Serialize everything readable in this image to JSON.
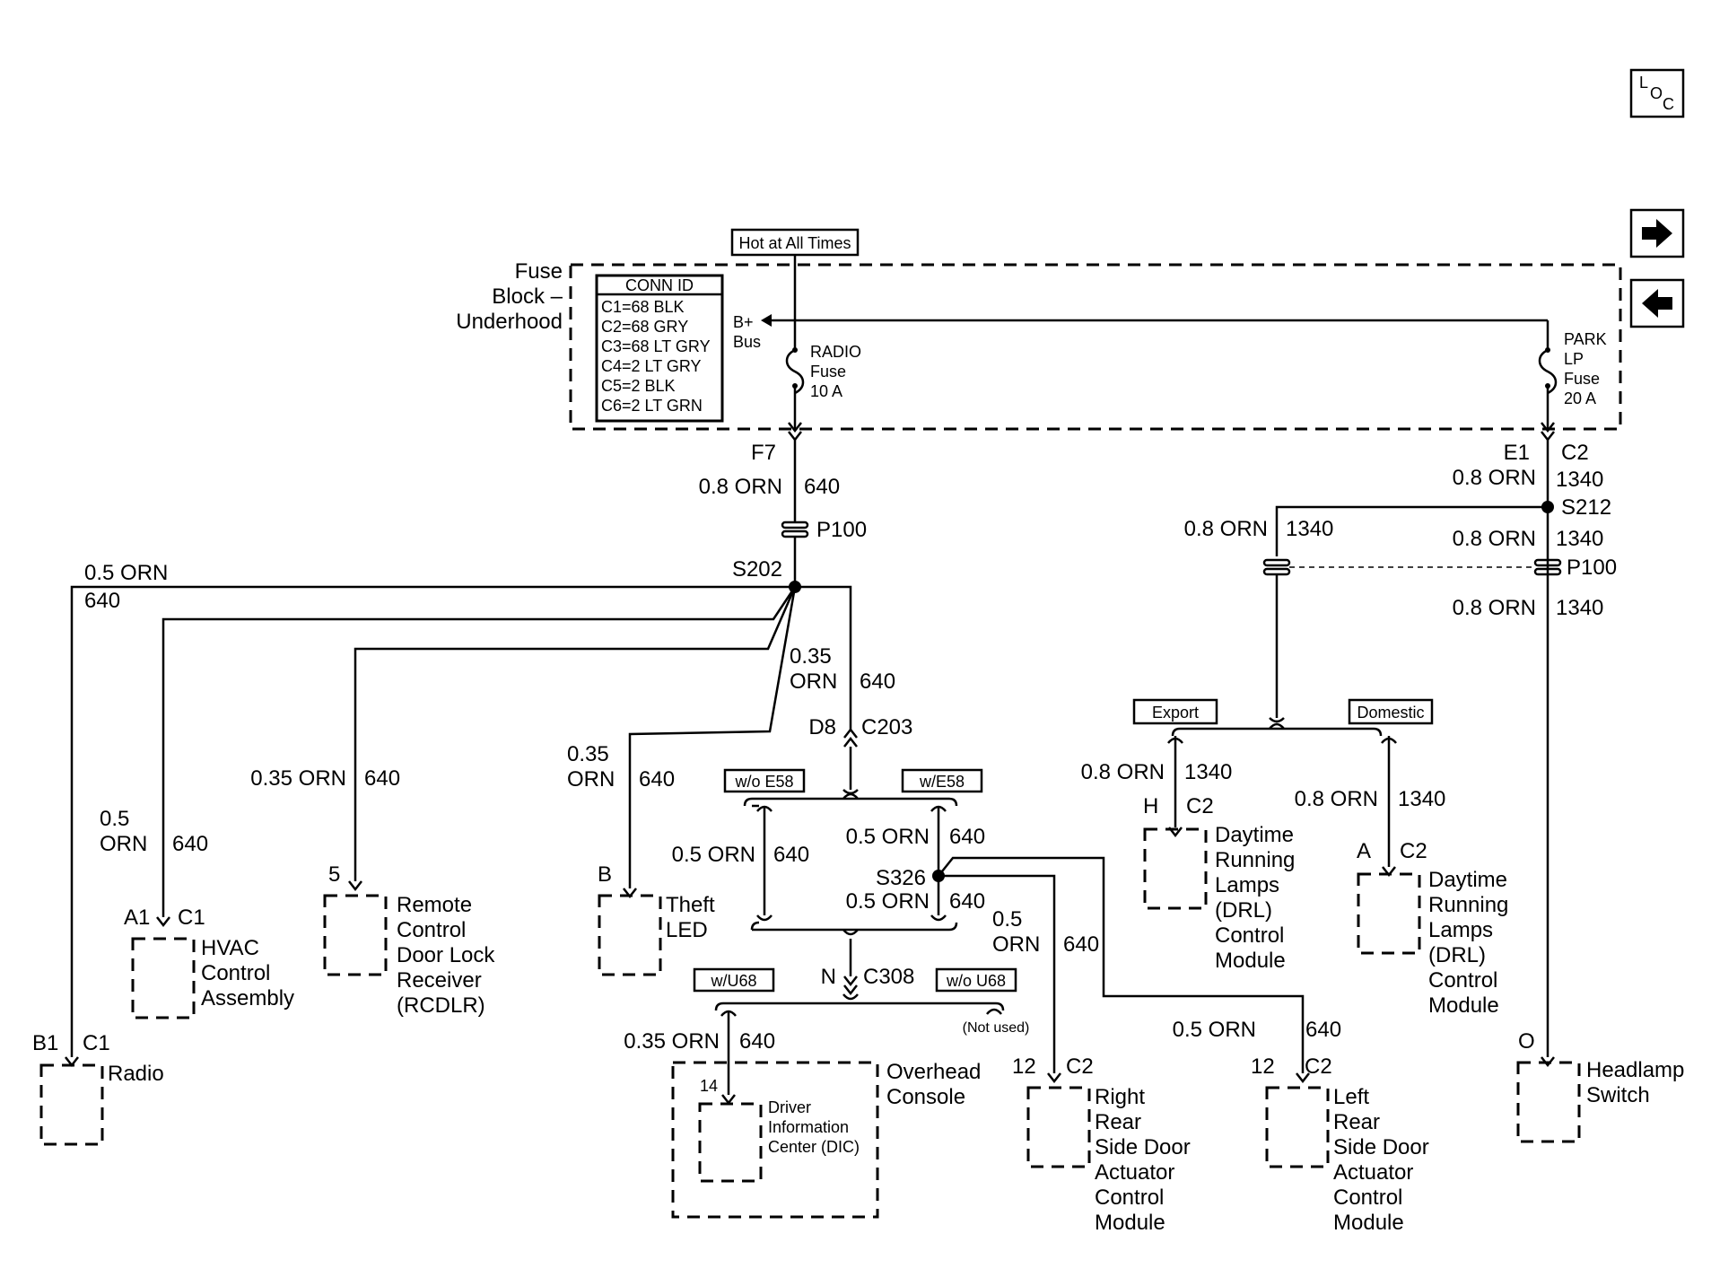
{
  "nav": {
    "loc_l": "L",
    "loc_o": "O",
    "loc_c": "C"
  },
  "fuse_block": {
    "line1": "Fuse",
    "line2": "Block –",
    "line3": "Underhood",
    "hot_label": "Hot at All Times",
    "conn_id_title": "CONN ID",
    "conn_ids": [
      "C1=68 BLK",
      "C2=68 GRY",
      "C3=68 LT GRY",
      "C4=2 LT GRY",
      "C5=2 BLK",
      "C6=2 LT GRN"
    ],
    "bus_line1": "B+",
    "bus_line2": "Bus",
    "radio_fuse": [
      "RADIO",
      "Fuse",
      "10 A"
    ],
    "park_fuse": [
      "PARK",
      "LP",
      "Fuse",
      "20 A"
    ]
  },
  "left_circuit": {
    "f7": "F7",
    "wire_top": "0.8 ORN",
    "circ_top": "640",
    "p100": "P100",
    "s202": "S202",
    "radio_wire": "0.5 ORN",
    "radio_circ": "640",
    "hvac_wire1": "0.5",
    "hvac_wire2": "ORN",
    "hvac_circ": "640",
    "rcdlr_wire": "0.35 ORN",
    "rcdlr_circ": "640",
    "theft_wire1": "0.35",
    "theft_wire2": "ORN",
    "theft_circ": "640",
    "c203_wire1": "0.35",
    "c203_wire2": "ORN",
    "c203_circ": "640",
    "d8": "D8",
    "c203": "C203",
    "wo_e58": "w/o E58",
    "w_e58": "w/E58",
    "mid_left_wire": "0.5 ORN",
    "mid_left_circ": "640",
    "mid_right_wire": "0.5 ORN",
    "mid_right_circ": "640",
    "s326": "S326",
    "s326_wire": "0.5 ORN",
    "s326_circ": "640",
    "n": "N",
    "c308": "C308",
    "w_u68": "w/U68",
    "wo_u68": "w/o U68",
    "not_used": "(Not used)",
    "dic_wire": "0.35 ORN",
    "dic_circ": "640",
    "rr_wire1": "0.5",
    "rr_wire2": "ORN",
    "rr_circ": "640",
    "lr_wire": "0.5 ORN",
    "lr_circ": "640"
  },
  "right_circuit": {
    "e1": "E1",
    "c2": "C2",
    "wire_top": "0.8 ORN",
    "circ_top": "1340",
    "s212": "S212",
    "drl_wire": "0.8 ORN",
    "drl_circ": "1340",
    "sw_wire": "0.8 ORN",
    "sw_circ": "1340",
    "p100": "P100",
    "sw_wire2": "0.8 ORN",
    "sw_circ2": "1340",
    "export": "Export",
    "domestic": "Domestic",
    "export_wire": "0.8 ORN",
    "export_circ": "1340",
    "domestic_wire": "0.8 ORN",
    "domestic_circ": "1340"
  },
  "components": {
    "radio": {
      "pin": "B1",
      "conn": "C1",
      "name": [
        "Radio"
      ]
    },
    "hvac": {
      "pin": "A1",
      "conn": "C1",
      "name": [
        "HVAC",
        "Control",
        "Assembly"
      ]
    },
    "rcdlr": {
      "pin": "5",
      "name": [
        "Remote",
        "Control",
        "Door Lock",
        "Receiver",
        "(RCDLR)"
      ]
    },
    "theft": {
      "pin": "B",
      "name": [
        "Theft",
        "LED"
      ]
    },
    "overhead": {
      "name": [
        "Overhead",
        "Console"
      ]
    },
    "dic": {
      "pin": "14",
      "name": [
        "Driver",
        "Information",
        "Center (DIC)"
      ]
    },
    "rr_door": {
      "pin": "12",
      "conn": "C2",
      "name": [
        "Right",
        "Rear",
        "Side Door",
        "Actuator",
        "Control",
        "Module"
      ]
    },
    "lr_door": {
      "pin": "12",
      "conn": "C2",
      "name": [
        "Left",
        "Rear",
        "Side Door",
        "Actuator",
        "Control",
        "Module"
      ]
    },
    "drl_export": {
      "pin": "H",
      "conn": "C2",
      "name": [
        "Daytime",
        "Running",
        "Lamps",
        "(DRL)",
        "Control",
        "Module"
      ]
    },
    "drl_domestic": {
      "pin": "A",
      "conn": "C2",
      "name": [
        "Daytime",
        "Running",
        "Lamps",
        "(DRL)",
        "Control",
        "Module"
      ]
    },
    "headlamp": {
      "pin": "O",
      "name": [
        "Headlamp",
        "Switch"
      ]
    }
  }
}
